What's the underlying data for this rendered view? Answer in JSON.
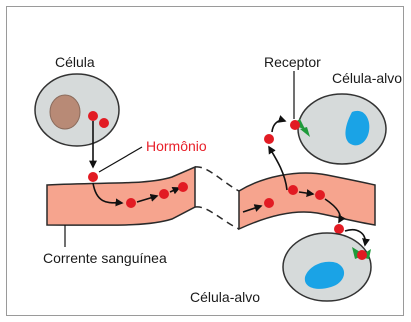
{
  "labels": {
    "cell": "Célula",
    "hormone": "Hormônio",
    "receptor": "Receptor",
    "target_cell_top": "Célula-alvo",
    "target_cell_bottom": "Célula-alvo",
    "bloodstream": "Corrente sanguínea"
  },
  "colors": {
    "blood_vessel": "#f6a48e",
    "cell_body": "#d6dada",
    "source_nucleus": "#b88a76",
    "target_nucleus": "#1aa3e6",
    "hormone": "#e21b23",
    "receptor": "#1f9a3a",
    "hormone_label": "#e8202a"
  }
}
